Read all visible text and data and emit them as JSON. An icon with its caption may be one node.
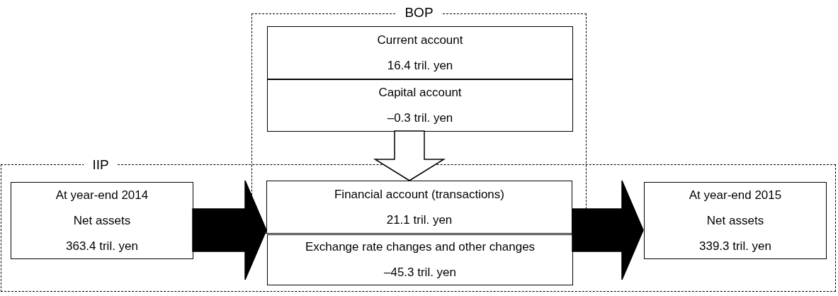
{
  "diagram": {
    "nodes": [
      {
        "text": [
          "BOP"
        ]
      },
      {
        "text": [
          "Current account",
          "16.4 tril. yen"
        ],
        "in": 0
      },
      {
        "text": [
          "Capital account",
          "–0.3 tril. yen"
        ],
        "in": 0
      },
      {
        "text": [
          "IIP"
        ]
      },
      {
        "text": [
          "At year-end 2014",
          "Net assets",
          "363.4 tril. yen"
        ],
        "in": 3
      },
      {
        "text": [
          "Financial account (transactions)",
          "21.1 tril. yen"
        ]
      },
      {
        "text": [
          "Exchange rate changes and other changes",
          "–45.3 tril. yen"
        ],
        "in": 3
      },
      {
        "text": [
          "At year-end 2015",
          "Net assets",
          "339.3 tril. yen"
        ],
        "in": 3
      }
    ],
    "edges": [
      {
        "from": 2,
        "to": 5,
        "arrow": "to",
        "style": "thick",
        "color": "#ffffff"
      },
      {
        "from": 4,
        "to": 5,
        "arrow": "to",
        "style": "thick"
      },
      {
        "from": 5,
        "to": 7,
        "arrow": "to",
        "style": "thick"
      }
    ]
  }
}
